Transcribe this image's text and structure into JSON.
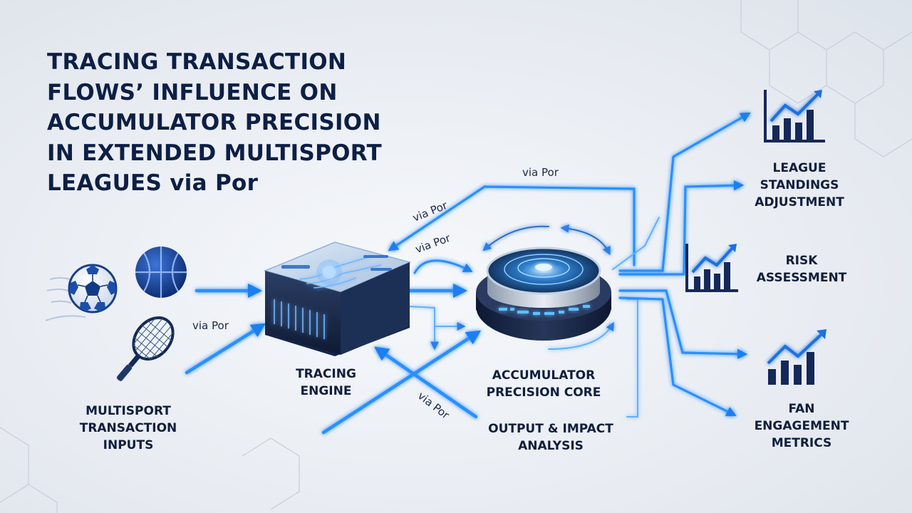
{
  "title_lines": [
    "TRACING TRANSACTION",
    "FLOWS’ INFLUENCE ON",
    "ACCUMULATOR PRECISION",
    "IN EXTENDED MULTISPORT",
    "LEAGUES via Por"
  ],
  "nodes": {
    "inputs": [
      "MULTISPORT",
      "TRANSACTION",
      "INPUTS"
    ],
    "engine": [
      "TRACING",
      "ENGINE"
    ],
    "core": [
      "ACCUMULATOR",
      "PRECISION CORE"
    ],
    "output": [
      "OUTPUT & IMPACT",
      "ANALYSIS"
    ]
  },
  "outputs": {
    "league": [
      "LEAGUE",
      "STANDINGS",
      "ADJUSTMENT"
    ],
    "risk": [
      "RISK",
      "ASSESSMENT"
    ],
    "fan": [
      "FAN",
      "ENGAGEMENT",
      "METRICS"
    ]
  },
  "via_labels": {
    "top": "via Por",
    "upper": "via Por",
    "middle": "via Por",
    "left": "via Por",
    "bottom": "via Por"
  },
  "colors": {
    "title": "#0d1f45",
    "arrow": "#1e90ff",
    "arrow_glow": "#7cc4ff",
    "navy": "#14285a"
  },
  "icons": [
    "soccer-ball-icon",
    "basketball-icon",
    "tennis-racket-icon",
    "bar-chart-trend-icon"
  ]
}
